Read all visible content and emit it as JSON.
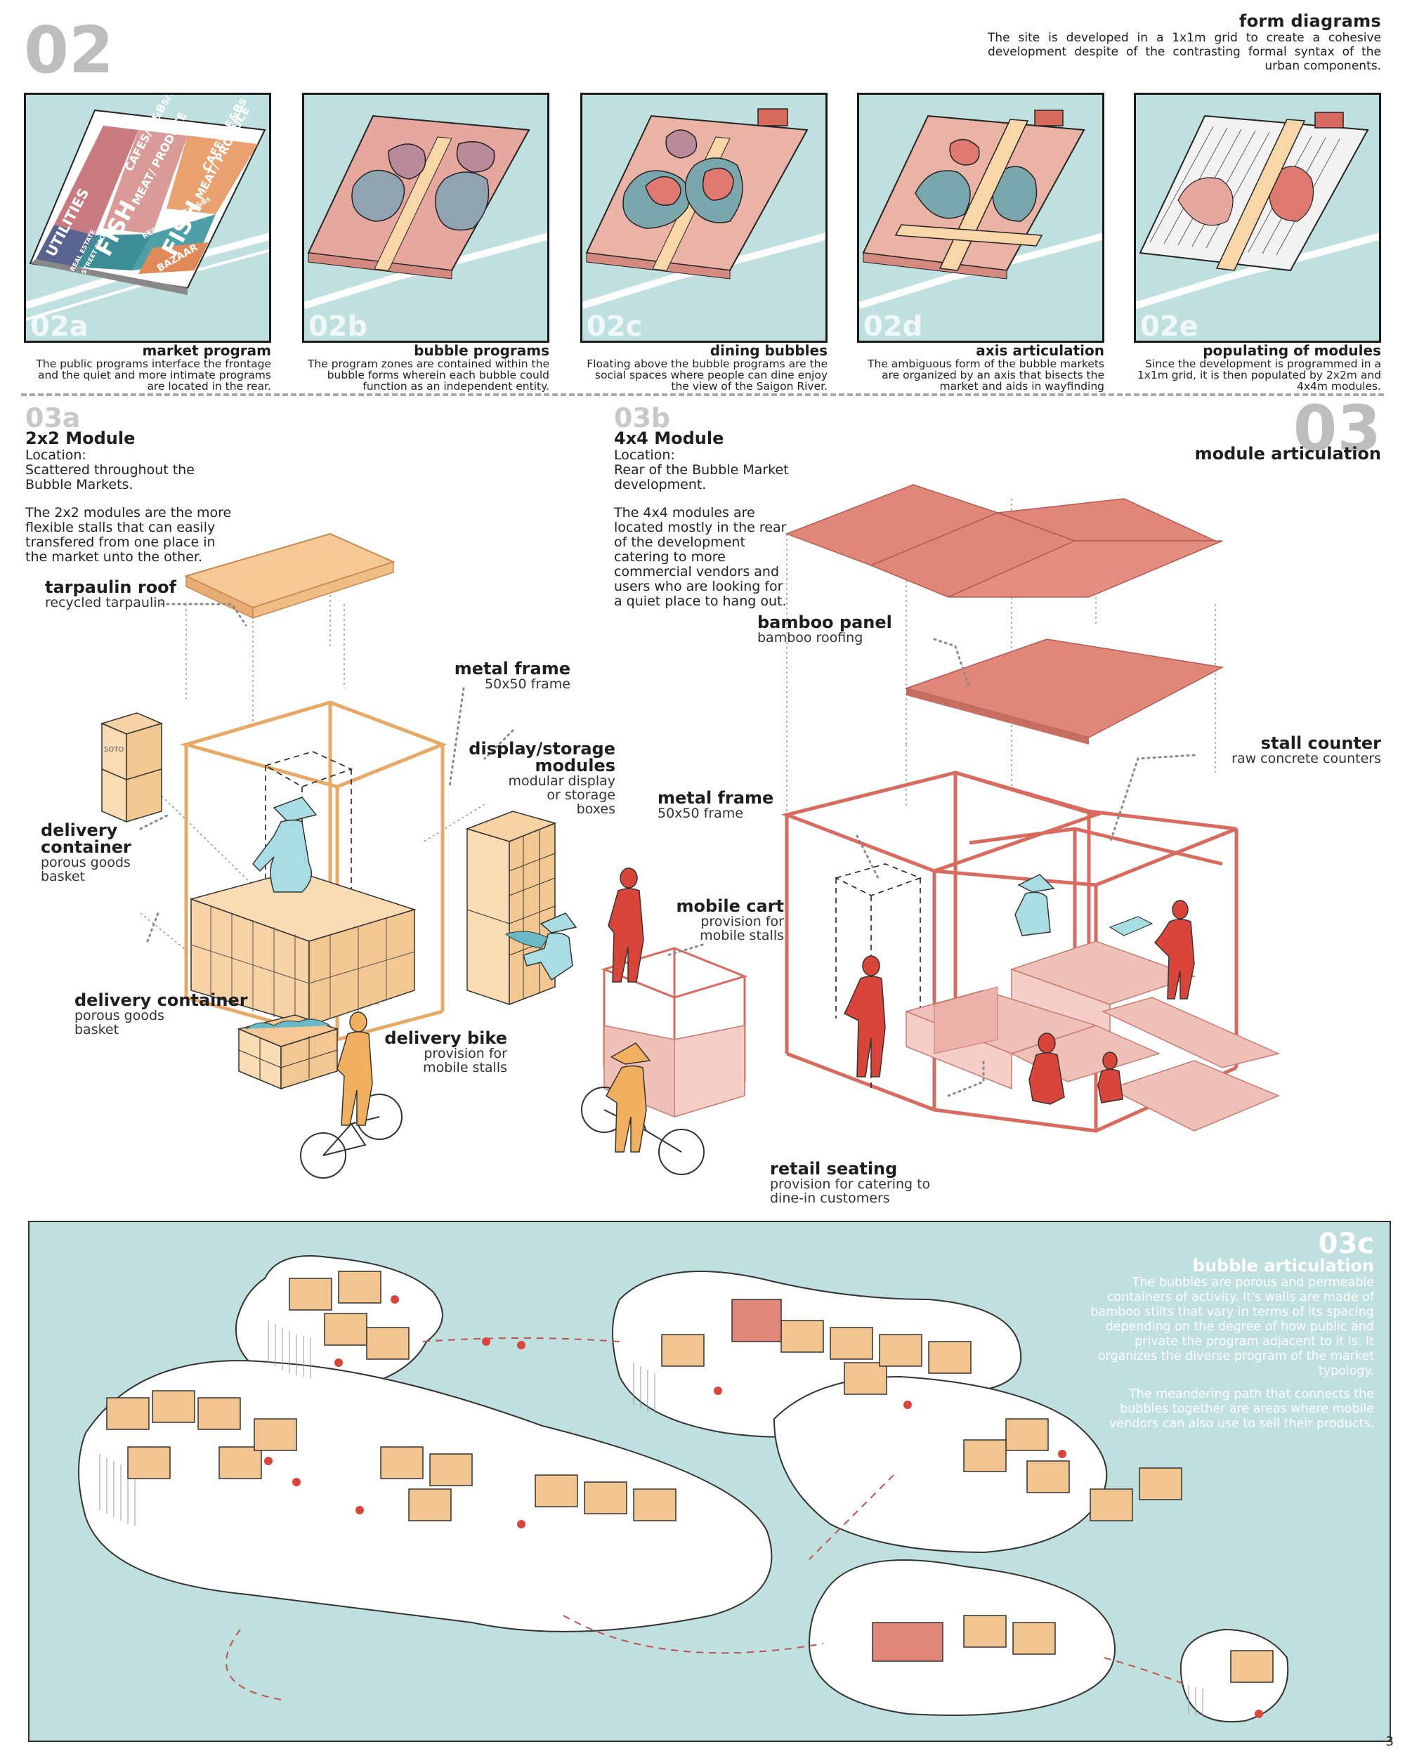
{
  "section02": {
    "number": "02",
    "title": "form diagrams",
    "body": "The site is developed in a 1x1m grid to create a cohesive development despite of the contrasting formal syntax of the urban components.",
    "panels": [
      {
        "tag": "02a",
        "title": "market program",
        "body": "The public programs interface the frontage and the quiet and more intimate programs are located in the rear.",
        "zones": [
          "CAFES/ F&Bs/RETAIL",
          "CAFES/ F&Bs",
          "MEAT/ PRODUCE",
          "MEAT/ PRODUCE",
          "FISH",
          "FISH",
          "UTILITIES",
          "REAL ESTATE",
          "STREET FOOD",
          "BAZAAR",
          "RESTAURANT/ F&Bs"
        ]
      },
      {
        "tag": "02b",
        "title": "bubble programs",
        "body": "The program zones are contained within the bubble forms wherein each bubble could function as an independent entity."
      },
      {
        "tag": "02c",
        "title": "dining bubbles",
        "body": "Floating above the bubble programs are the social spaces where people can dine enjoy the view of the Saigon River."
      },
      {
        "tag": "02d",
        "title": "axis articulation",
        "body": "The ambiguous form of the bubble markets are organized by an axis that bisects the market and aids in wayfinding"
      },
      {
        "tag": "02e",
        "title": "populating of modules",
        "body": "Since the development is programmed in a 1x1m grid, it is then populated by 2x2m and 4x4m modules."
      }
    ]
  },
  "section03": {
    "number": "03",
    "title": "module articulation",
    "module2x2": {
      "tag": "03a",
      "title": "2x2 Module",
      "location": [
        "Location:",
        "Scattered throughout the",
        "Bubble Markets."
      ],
      "body": [
        "The 2x2 modules are the more",
        "flexible stalls that can easily",
        "transfered from one place in",
        "the market unto the other."
      ]
    },
    "module4x4": {
      "tag": "03b",
      "title": "4x4 Module",
      "location": [
        "Location:",
        "Rear of the Bubble Market",
        "development."
      ],
      "body": [
        "The 4x4 modules are",
        "located mostly in the rear",
        "of the development",
        "catering to more",
        "commercial vendors and",
        "users who are looking for",
        "a quiet place to hang out."
      ]
    },
    "labels": {
      "tarpaulin_roof": {
        "title": "tarpaulin roof",
        "body": "recycled tarpaulin"
      },
      "metal_frame_a": {
        "title": "metal frame",
        "body": "50x50 frame"
      },
      "display_storage": {
        "title": "display/storage modules",
        "body": [
          "modular display",
          "or storage",
          "boxes"
        ]
      },
      "delivery_container_a": {
        "title": [
          "delivery",
          "container"
        ],
        "body": [
          "porous goods",
          "basket"
        ]
      },
      "delivery_container_b": {
        "title": "delivery container",
        "body": [
          "porous goods",
          "basket"
        ]
      },
      "delivery_bike": {
        "title": "delivery bike",
        "body": [
          "provision for",
          "mobile stalls"
        ]
      },
      "bamboo_panel": {
        "title": "bamboo panel",
        "body": "bamboo roofing"
      },
      "metal_frame_b": {
        "title": "metal frame",
        "body": "50x50 frame"
      },
      "stall_counter": {
        "title": "stall counter",
        "body": "raw concrete counters"
      },
      "mobile_cart": {
        "title": "mobile cart",
        "body": [
          "provision for",
          "mobile stalls"
        ]
      },
      "retail_seating": {
        "title": "retail seating",
        "body": [
          "provision for catering to",
          "dine-in customers"
        ]
      }
    },
    "crate_text": "SOTO"
  },
  "bubble": {
    "tag": "03c",
    "title": "bubble articulation",
    "body": "The bubbles are porous and permeable containers of activity. It's walls are made of bamboo stilts that vary in terms of its spacing depending on the degree of how public and private the program adjacent to it is. It organizes the diverse program of the market typology.",
    "body2": "The meandering path that connects the bubbles together are areas where mobile vendors can also use to sell their products."
  },
  "page_number": "3",
  "colors": {
    "teal_bg": "#bfe0df",
    "orange_module": "#f2c48f",
    "orange_frame": "#e6a86a",
    "salmon_module": "#e0877a",
    "salmon_frame": "#d86a5e",
    "pink_cart": "#efc0b8",
    "person_red": "#d9453a",
    "person_cyan": "#a9dde4",
    "person_orange": "#f1b060",
    "grey_label": "#bdbdbd"
  },
  "icons": [
    "person-figure-icon",
    "bicycle-icon",
    "conical-hat-icon",
    "fish-basket-icon",
    "crate-icon"
  ]
}
